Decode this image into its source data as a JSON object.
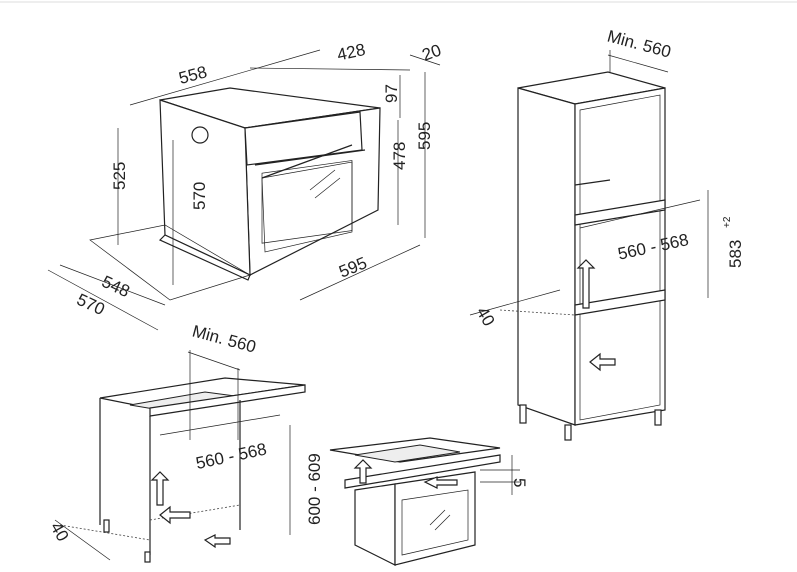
{
  "oven": {
    "width_top": "558",
    "depth_top": "428",
    "front_offset": "20",
    "panel_height": "97",
    "total_height": "595",
    "side_height": "525",
    "inner_height": "570",
    "door_height": "478",
    "front_width": "595",
    "bottom_depth": "548",
    "total_depth": "570"
  },
  "tall_cabinet": {
    "min_depth": "Min. 560",
    "niche_width": "560 - 568",
    "niche_height": "583",
    "niche_height_tolerance": "+2",
    "back_gap": "40"
  },
  "under_counter": {
    "min_depth": "Min. 560",
    "niche_width": "560 - 568",
    "niche_height": "600 - 609",
    "back_gap": "40"
  },
  "hob": {
    "gap": "5"
  }
}
